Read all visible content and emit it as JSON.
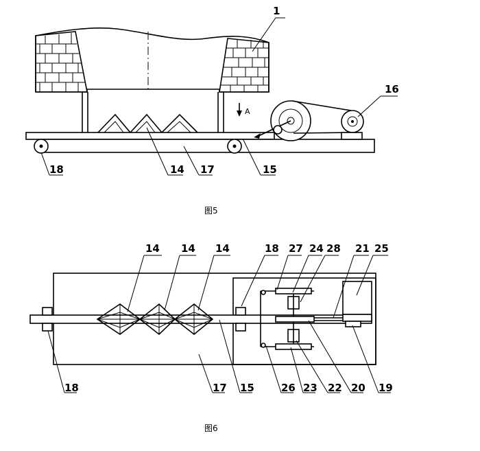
{
  "figure5": {
    "caption": "图5",
    "arrow_label": "A",
    "labels": {
      "l1": "1",
      "l16": "16",
      "l18": "18",
      "l14": "14",
      "l17": "17",
      "l15": "15"
    }
  },
  "figure6": {
    "caption": "图6",
    "labels": {
      "l14a": "14",
      "l14b": "14",
      "l14c": "14",
      "l18top": "18",
      "l27": "27",
      "l24": "24",
      "l28": "28",
      "l21": "21",
      "l25": "25",
      "l18bot": "18",
      "l17": "17",
      "l15": "15",
      "l26": "26",
      "l23": "23",
      "l22": "22",
      "l20": "20",
      "l19": "19"
    }
  }
}
